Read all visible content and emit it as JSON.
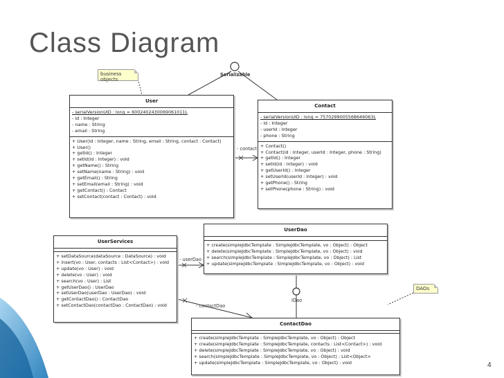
{
  "slide": {
    "title": "Class Diagram",
    "page_number": "4"
  },
  "notes": {
    "business": "business objects",
    "daos": "DAOs"
  },
  "interfaces": {
    "serializable": "Serializable",
    "idao": "IDao"
  },
  "associations": {
    "contact": "- contact",
    "userDao": "- userDao",
    "contactDao": "- contactDao"
  },
  "user": {
    "name": "User",
    "attributes": [
      "- serialVersionUID : long = 6002402430069061011L",
      "- id : Integer",
      "- name : String",
      "- email : String"
    ],
    "methods": [
      "+ User(id : Integer, name : String, email : String, contact : Contact)",
      "+ User()",
      "+ getId() : Integer",
      "+ setId(id : Integer) : void",
      "+ getName() : String",
      "+ setName(name : String) : void",
      "+ getEmail() : String",
      "+ setEmail(email : String) : void",
      "+ getContact() : Contact",
      "+ setContact(contact : Contact) : void"
    ]
  },
  "contact": {
    "name": "Contact",
    "attributes": [
      "- serialVersionUID : long = 7570299005568646063L",
      "- id : Integer",
      "- userId : Integer",
      "- phone : String"
    ],
    "methods": [
      "+ Contact()",
      "+ Contact(id : Integer, userId : Integer, phone : String)",
      "+ getId() : Integer",
      "+ setId(id : Integer) : void",
      "+ getUserId() : Integer",
      "+ setUserId(userId : Integer) : void",
      "+ getPhone() : String",
      "+ setPhone(phone : String) : void"
    ]
  },
  "userServices": {
    "name": "UserServices",
    "methods": [
      "+ setDataSource(dataSource : DataSource) : void",
      "+ insert(vo : User, contacts : List<Contact>) : void",
      "+ update(vo : User) : void",
      "+ delete(vo : User) : void",
      "+ search(vo : User) : List",
      "+ getUserDao() : UserDao",
      "+ setUserDao(userDao : UserDao) : void",
      "+ getContactDao() : ContactDao",
      "+ setContactDao(contactDao : ContactDao) : void"
    ]
  },
  "userDao": {
    "name": "UserDao",
    "methods": [
      "+ create(simpleJdbcTemplate : SimpleJdbcTemplate, vo : Object) : Object",
      "+ delete(simpleJdbcTemplate : SimpleJdbcTemplate, vo : Object) : void",
      "+ search(simpleJdbcTemplate : SimpleJdbcTemplate, vo : Object) : List",
      "+ update(simpleJdbcTemplate : SimpleJdbcTemplate, vo : Object) : void"
    ]
  },
  "contactDao": {
    "name": "ContactDao",
    "methods": [
      "+ create(simpleJdbcTemplate : SimpleJdbcTemplate, vo : Object) : Object",
      "+ create(simpleJdbcTemplate : SimpleJdbcTemplate, contacts : List<Contact>) : void",
      "+ delete(simpleJdbcTemplate : SimpleJdbcTemplate, vo : Object) : void",
      "+ search(simpleJdbcTemplate : SimpleJdbcTemplate, vo : Object) : List<Object>",
      "+ update(simpleJdbcTemplate : SimpleJdbcTemplate, vo : Object) : void"
    ]
  }
}
